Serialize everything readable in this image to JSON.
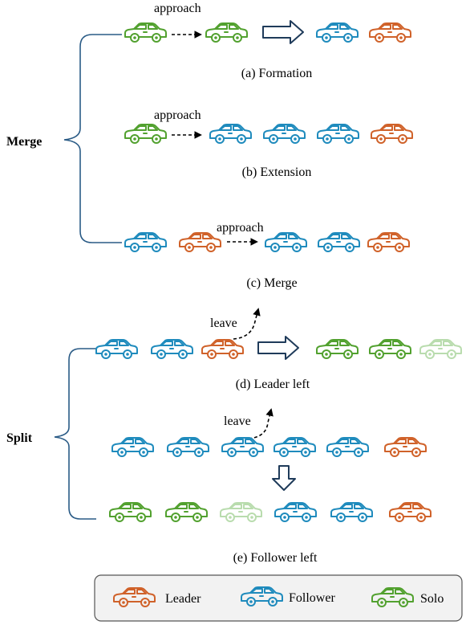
{
  "colors": {
    "leader": "#d0622a",
    "follower": "#1f8bbd",
    "solo": "#52a12f",
    "solo_faded": "#b9dcae"
  },
  "groups": {
    "merge": "Merge",
    "split": "Split"
  },
  "annotations": {
    "approach_a": "approach",
    "approach_b": "approach",
    "approach_c": "approach",
    "leave_d": "leave",
    "leave_e": "leave"
  },
  "captions": {
    "a": "(a) Formation",
    "b": "(b) Extension",
    "c": "(c) Merge",
    "d": "(d) Leader left",
    "e": "(e) Follower left"
  },
  "legend": {
    "leader": "Leader",
    "follower": "Follower",
    "solo": "Solo"
  },
  "scenes": {
    "a": [
      "solo",
      "solo",
      "follower",
      "leader"
    ],
    "b": [
      "solo",
      "follower",
      "follower",
      "follower",
      "leader"
    ],
    "c": [
      "follower",
      "leader",
      "follower",
      "follower",
      "leader"
    ],
    "d": [
      "follower",
      "follower",
      "leader",
      "solo",
      "solo",
      "solo_faded"
    ],
    "e_top": [
      "follower",
      "follower",
      "follower",
      "follower",
      "follower",
      "leader"
    ],
    "e_bottom": [
      "solo",
      "solo",
      "solo_faded",
      "follower",
      "follower",
      "leader"
    ]
  }
}
